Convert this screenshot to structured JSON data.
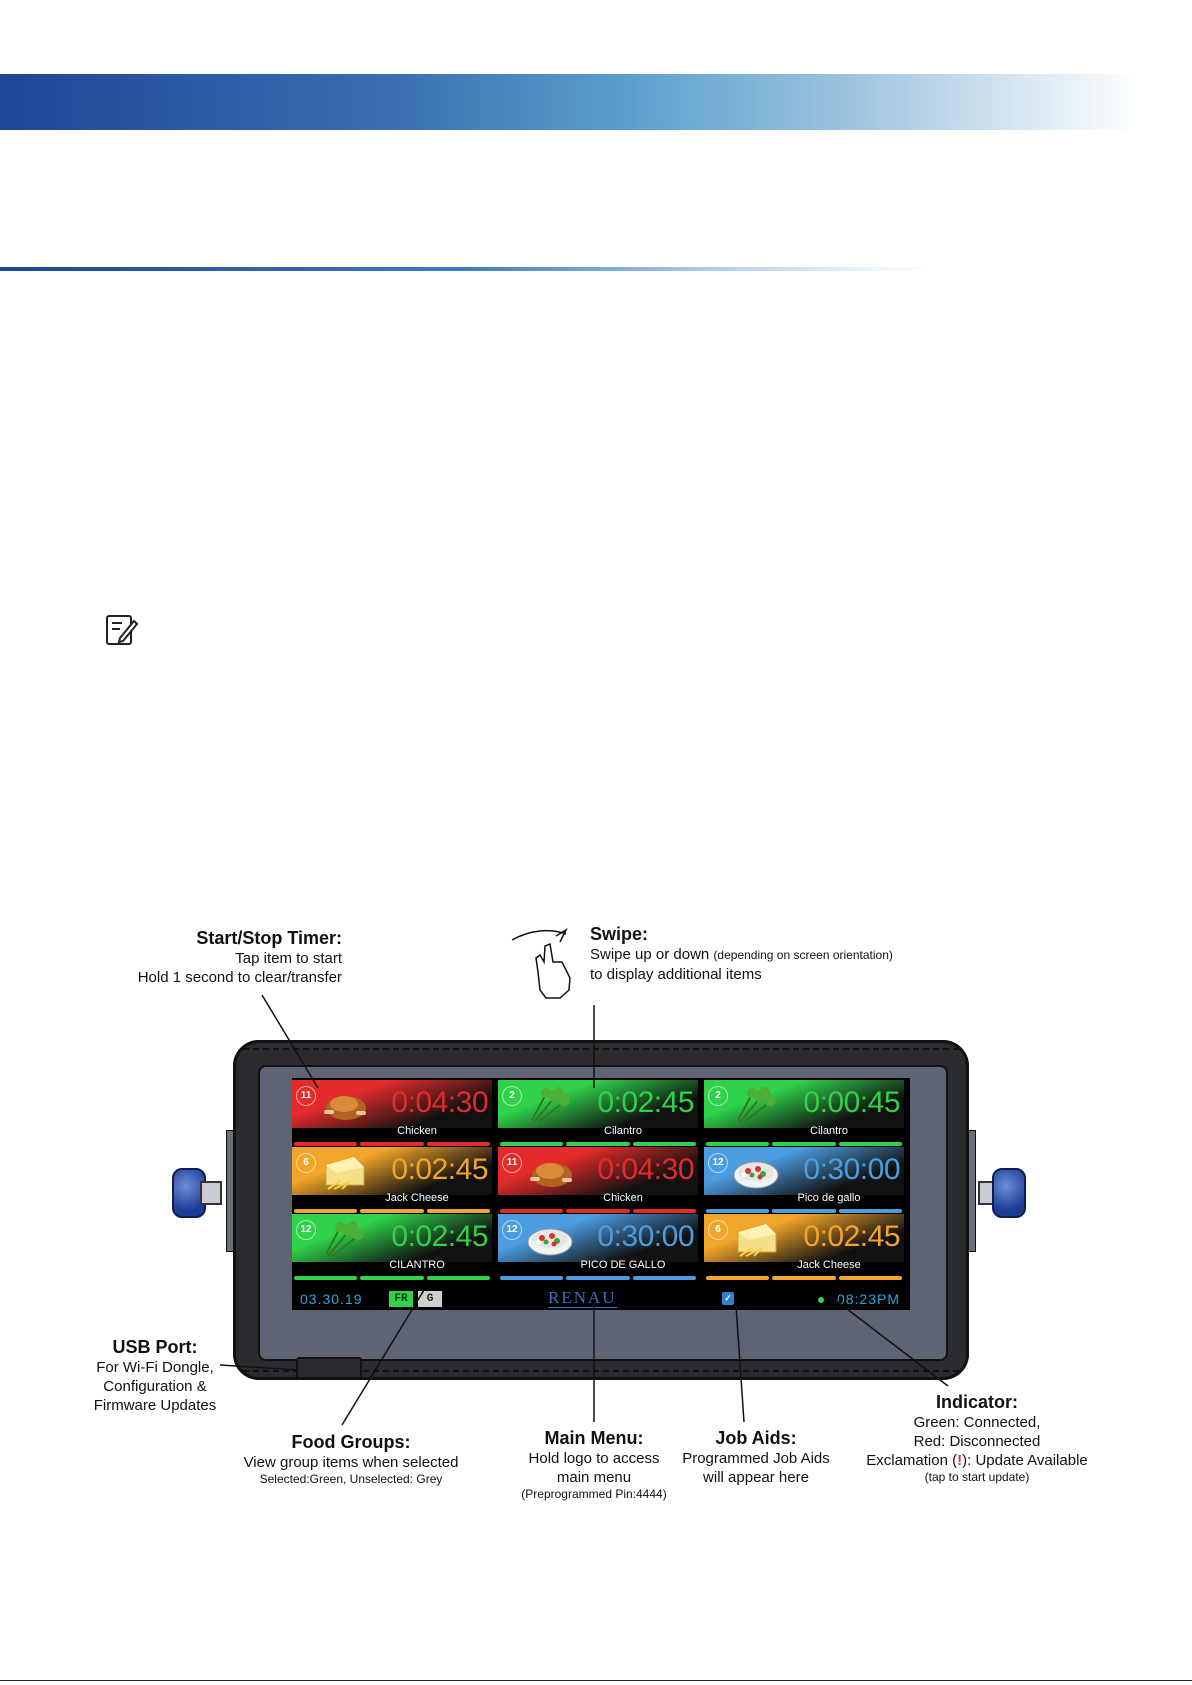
{
  "colors": {
    "red": "#e32b2b",
    "green": "#2fd24a",
    "orange": "#f1a52a",
    "blue": "#4c9ce0",
    "cyan_text": "#23a7df"
  },
  "callouts": {
    "start_stop": {
      "title": "Start/Stop Timer:",
      "line1": "Tap item to start",
      "line2": "Hold 1 second to clear/transfer"
    },
    "swipe": {
      "title": "Swipe:",
      "line1": "Swipe up or down",
      "line1_note": "(depending on screen orientation)",
      "line2": "to display additional items"
    },
    "usb": {
      "title": "USB Port:",
      "line1": "For Wi-Fi Dongle,",
      "line2": "Configuration &",
      "line3": "Firmware Updates"
    },
    "food_groups": {
      "title": "Food Groups:",
      "line1": "View group items when selected",
      "line2": "Selected:Green, Unselected: Grey"
    },
    "main_menu": {
      "title": "Main Menu:",
      "line1": "Hold logo to access",
      "line2": "main menu",
      "line3": "(Preprogrammed Pin:4444)"
    },
    "job_aids": {
      "title": "Job Aids:",
      "line1": "Programmed Job Aids",
      "line2": "will appear here"
    },
    "indicator": {
      "title": "Indicator:",
      "line1": "Green: Connected,",
      "line2": "Red: Disconnected",
      "line3_pre": "Exclamation (",
      "line3_mark": "!",
      "line3_post": "): Update Available",
      "line4": "(tap to start update)"
    }
  },
  "screen": {
    "tiles": [
      {
        "badge": "11",
        "time": "0:04:30",
        "name": "Chicken",
        "color": "red",
        "food": "chicken"
      },
      {
        "badge": "2",
        "time": "0:02:45",
        "name": "Cilantro",
        "color": "green",
        "food": "cilantro"
      },
      {
        "badge": "2",
        "time": "0:00:45",
        "name": "Cilantro",
        "color": "green",
        "food": "cilantro"
      },
      {
        "badge": "6",
        "time": "0:02:45",
        "name": "Jack Cheese",
        "color": "orange",
        "food": "cheese"
      },
      {
        "badge": "11",
        "time": "0:04:30",
        "name": "Chicken",
        "color": "red",
        "food": "chicken"
      },
      {
        "badge": "12",
        "time": "0:30:00",
        "name": "Pico de gallo",
        "color": "blue",
        "food": "pico"
      },
      {
        "badge": "12",
        "time": "0:02:45",
        "name": "CILANTRO",
        "color": "green",
        "food": "cilantro"
      },
      {
        "badge": "12",
        "time": "0:30:00",
        "name": "PICO DE GALLO",
        "color": "blue",
        "food": "pico"
      },
      {
        "badge": "6",
        "time": "0:02:45",
        "name": "Jack Cheese",
        "color": "orange",
        "food": "cheese"
      }
    ],
    "status": {
      "date": "03.30.19",
      "group_selected": "FR",
      "group_unselected": "G",
      "logo": "RENAU",
      "job_aid_icon": "job-aid-icon",
      "clock": "08:23PM"
    }
  }
}
